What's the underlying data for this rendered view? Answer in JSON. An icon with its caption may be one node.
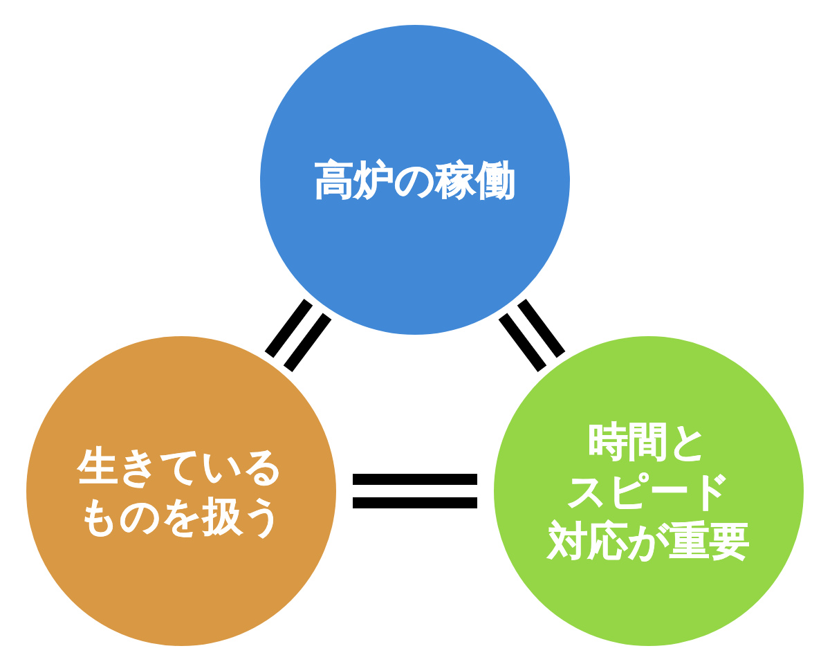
{
  "diagram": {
    "nodes": [
      {
        "text": [
          "高炉の稼働"
        ]
      },
      {
        "text": [
          "生きているものを扱う"
        ]
      },
      {
        "text": [
          "時間とスピード対応が重要"
        ]
      }
    ],
    "edges": [
      {
        "from": 0,
        "to": 1,
        "arrow": "none"
      },
      {
        "from": 0,
        "to": 2,
        "arrow": "none"
      },
      {
        "from": 1,
        "to": 2,
        "arrow": "none"
      }
    ]
  }
}
